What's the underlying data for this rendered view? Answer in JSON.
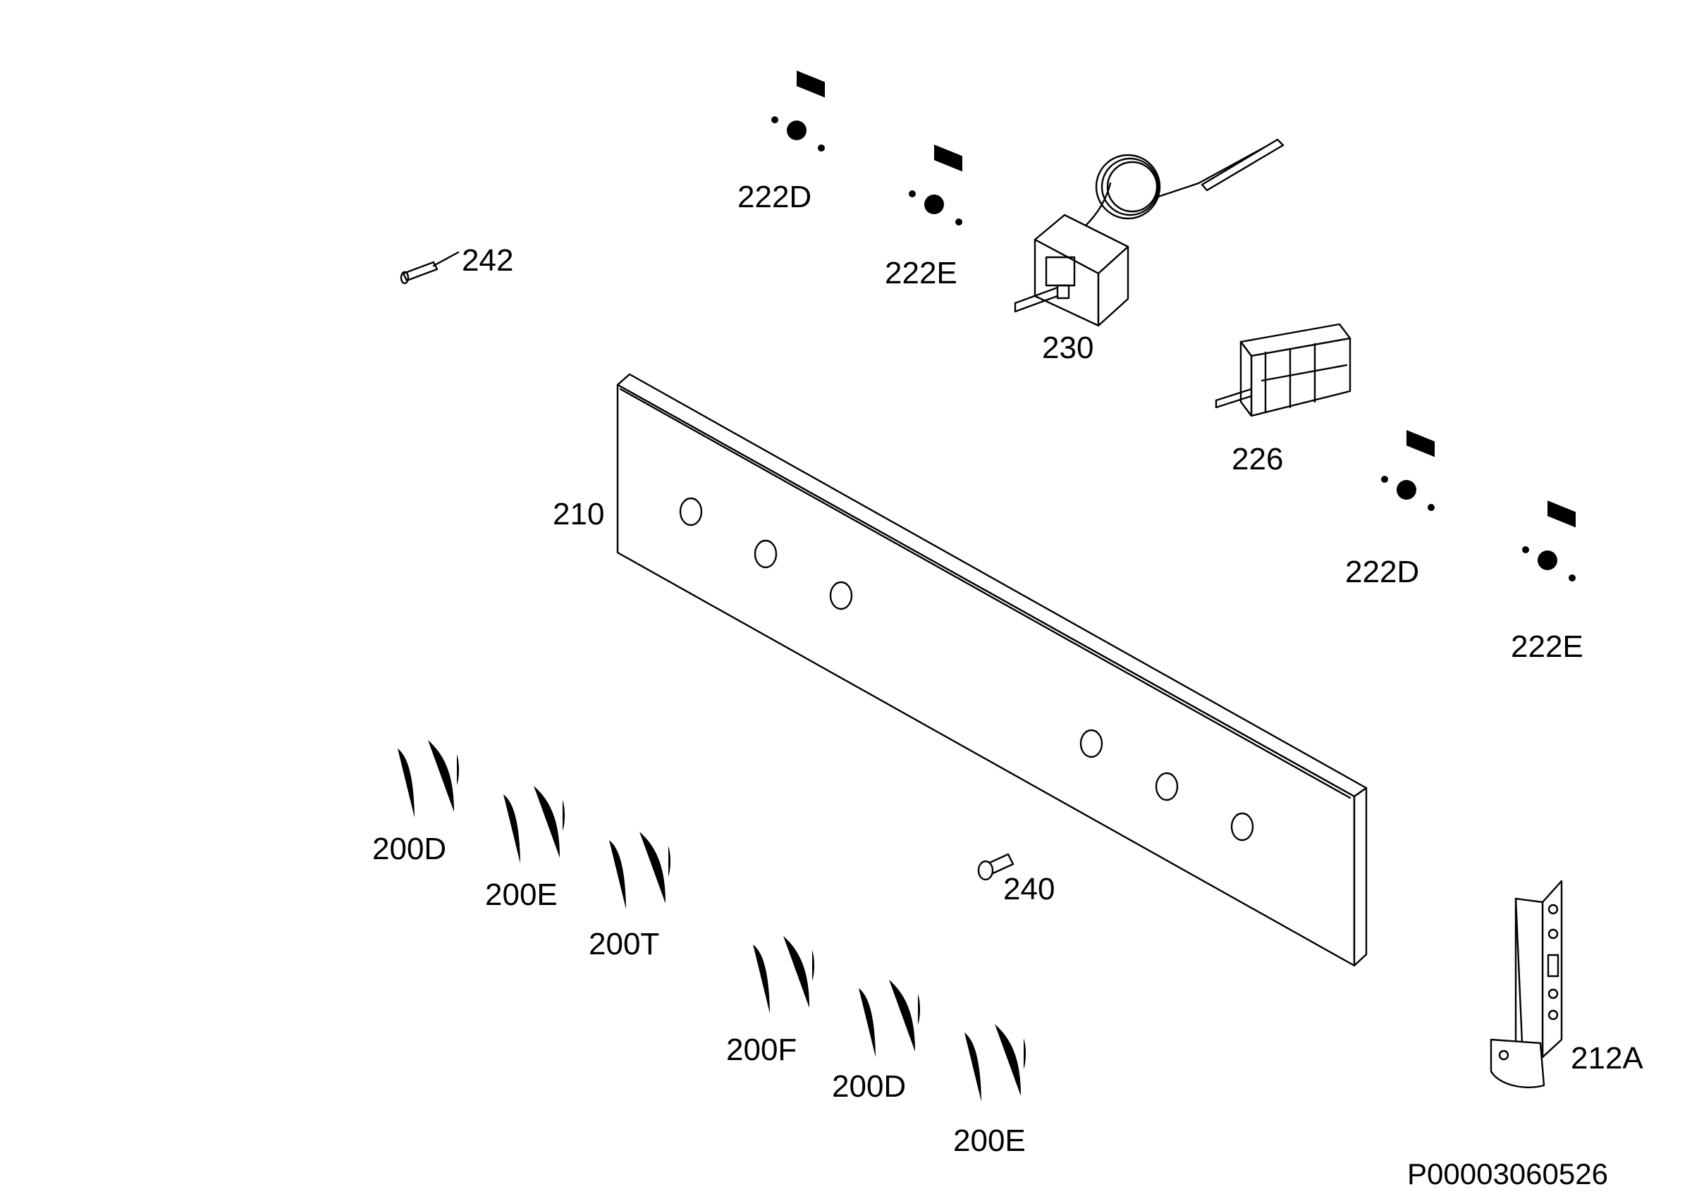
{
  "labels": {
    "sw1_top": "222D",
    "sw2_top": "222E",
    "thermostat": "230",
    "screw_small": "242",
    "panel": "210",
    "selector": "226",
    "sw1_right": "222D",
    "sw2_right": "222E",
    "knob_200D_a": "200D",
    "knob_200E_a": "200E",
    "knob_200T": "200T",
    "knob_200F": "200F",
    "knob_200D_b": "200D",
    "knob_200E_b": "200E",
    "screw_240": "240",
    "bracket": "212A",
    "drawing_id": "P00003060526"
  }
}
